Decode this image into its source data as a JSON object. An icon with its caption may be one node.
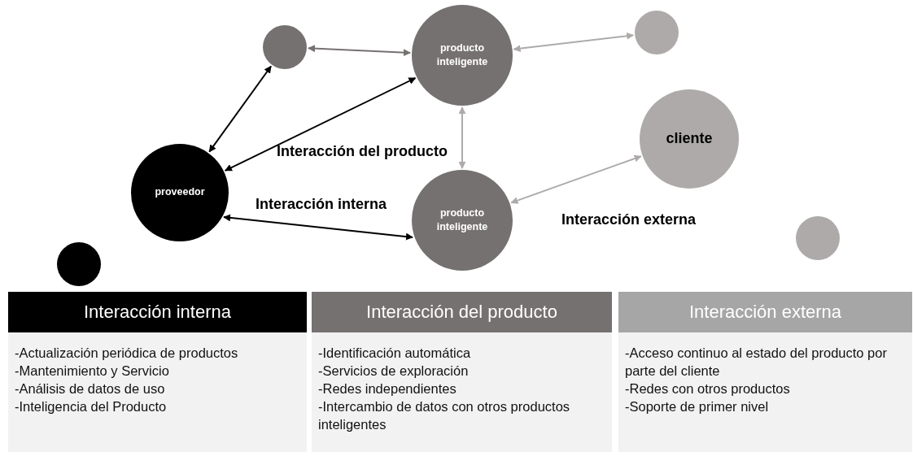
{
  "diagram": {
    "nodes": [
      {
        "text": [],
        "shape": "circle"
      },
      {
        "text": [
          "producto inteligente"
        ]
      },
      {
        "text": [],
        "shape": "circle"
      },
      {
        "text": [
          "cliente"
        ]
      },
      {
        "text": [
          "proveedor"
        ]
      },
      {
        "text": [
          "producto inteligente"
        ]
      },
      {
        "text": [],
        "shape": "circle"
      },
      {
        "text": [],
        "shape": "circle"
      },
      {
        "text": [
          "Interacción interna",
          "-Actualización periódica de productos",
          "-Mantenimiento y Servicio",
          "-Análisis de datos de uso",
          "-Inteligencia del Producto"
        ]
      },
      {
        "text": [
          "Interacción del producto",
          "-Identificación automática",
          "-Servicios de exploración",
          "-Redes independientes",
          "-Intercambio de datos con otros productos inteligentes"
        ]
      },
      {
        "text": [
          "Interacción externa",
          "-Acceso continuo al estado del producto por parte del cliente",
          "-Redes con otros productos",
          "-Soporte de primer nivel"
        ]
      }
    ],
    "edges": [
      {
        "from": 4,
        "to": 0,
        "arrow": "both"
      },
      {
        "from": 4,
        "to": 1,
        "arrow": "both"
      },
      {
        "from": 4,
        "to": 5,
        "arrow": "both"
      },
      {
        "from": 0,
        "to": 1,
        "arrow": "both",
        "color": "#767171"
      },
      {
        "from": 1,
        "to": 2,
        "arrow": "both",
        "color": "#aeaaaa"
      },
      {
        "from": 1,
        "to": 5,
        "arrow": "both",
        "color": "#aeaaaa"
      },
      {
        "from": 5,
        "to": 3,
        "arrow": "both",
        "color": "#aeaaaa"
      }
    ],
    "labels": [
      "Interacción del producto",
      "Interacción interna",
      "Interacción externa"
    ]
  }
}
